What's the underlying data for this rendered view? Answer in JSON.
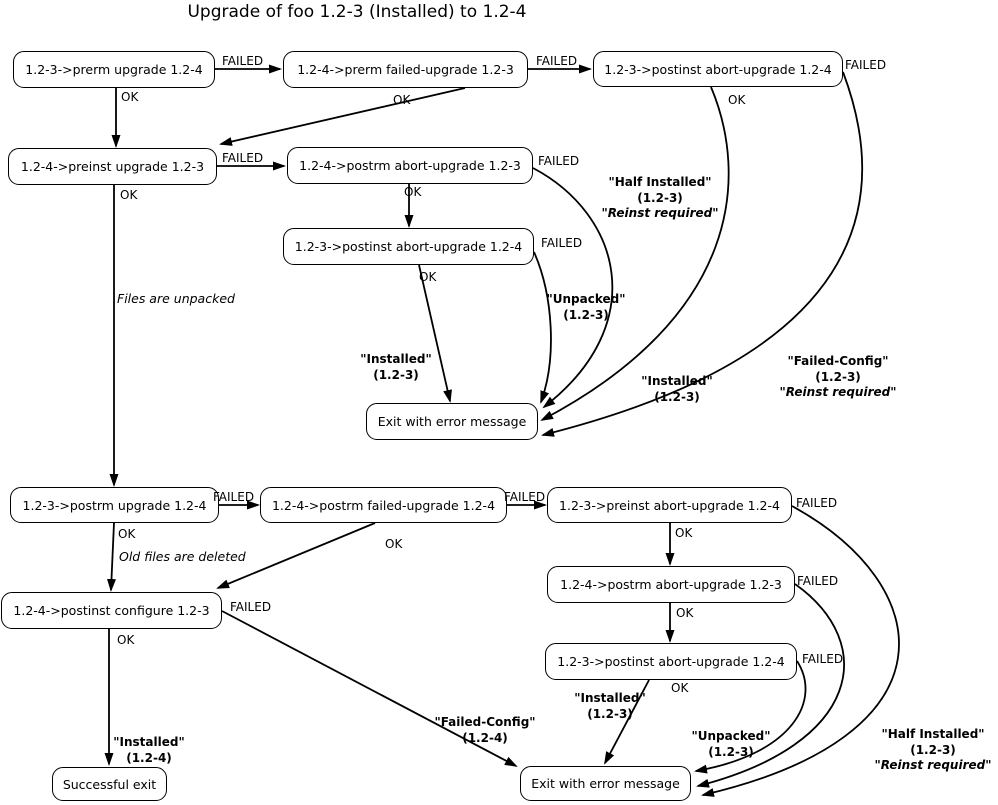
{
  "title": "Upgrade of foo 1.2-3 (Installed) to 1.2-4",
  "nodes": {
    "prerm_upgrade": "1.2-3->prerm upgrade 1.2-4",
    "prerm_failed_upgrade": "1.2-4->prerm failed-upgrade 1.2-3",
    "postinst_abort_top": "1.2-3->postinst abort-upgrade 1.2-4",
    "preinst_upgrade": "1.2-4->preinst upgrade 1.2-3",
    "postrm_abort_mid": "1.2-4->postrm abort-upgrade 1.2-3",
    "postinst_abort_mid": "1.2-3->postinst abort-upgrade 1.2-4",
    "exit_error_mid": "Exit with error message",
    "postrm_upgrade": "1.2-3->postrm upgrade 1.2-4",
    "postrm_failed_upgrade": "1.2-4->postrm failed-upgrade 1.2-4",
    "preinst_abort": "1.2-3->preinst abort-upgrade 1.2-4",
    "postrm_abort_bottom": "1.2-4->postrm abort-upgrade 1.2-3",
    "postinst_abort_bottom": "1.2-3->postinst abort-upgrade 1.2-4",
    "postinst_configure": "1.2-4->postinst configure 1.2-3",
    "successful_exit": "Successful exit",
    "exit_error_bottom": "Exit with error message"
  },
  "labels": {
    "ok": "OK",
    "failed": "FAILED"
  },
  "notes": {
    "files_unpacked": "Files are unpacked",
    "old_files_deleted": "Old files are deleted"
  },
  "states": {
    "half_installed": "\"Half Installed\"",
    "installed": "\"Installed\"",
    "unpacked": "\"Unpacked\"",
    "failed_config": "\"Failed-Config\"",
    "reinst_required": "\"Reinst required\"",
    "v123": "(1.2-3)",
    "v124": "(1.2-4)"
  }
}
